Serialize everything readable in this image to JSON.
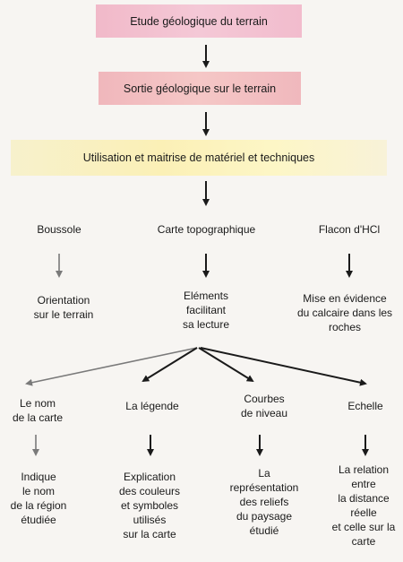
{
  "diagram": {
    "top": [
      "Etude géologique du terrain",
      "Sortie géologique sur le terrain",
      "Utilisation et maitrise de matériel et techniques"
    ],
    "tools": [
      "Boussole",
      "Carte topographique",
      "Flacon d'HCl"
    ],
    "uses": [
      "Orientation\nsur le terrain",
      "Eléments\nfacilitant\nsa lecture",
      "Mise en évidence\ndu calcaire dans les\nroches"
    ],
    "elements": [
      "Le nom\nde la carte",
      "La légende",
      "Courbes\nde niveau",
      "Echelle"
    ],
    "descriptions": [
      "Indique\nle nom\nde la région\nétudiée",
      "Explication\ndes couleurs\net symboles\nutilisés\nsur la carte",
      "La\nreprésentation\ndes reliefs\ndu paysage\nétudié",
      "La relation\nentre\nla distance\nréelle\net celle sur la\ncarte"
    ]
  }
}
